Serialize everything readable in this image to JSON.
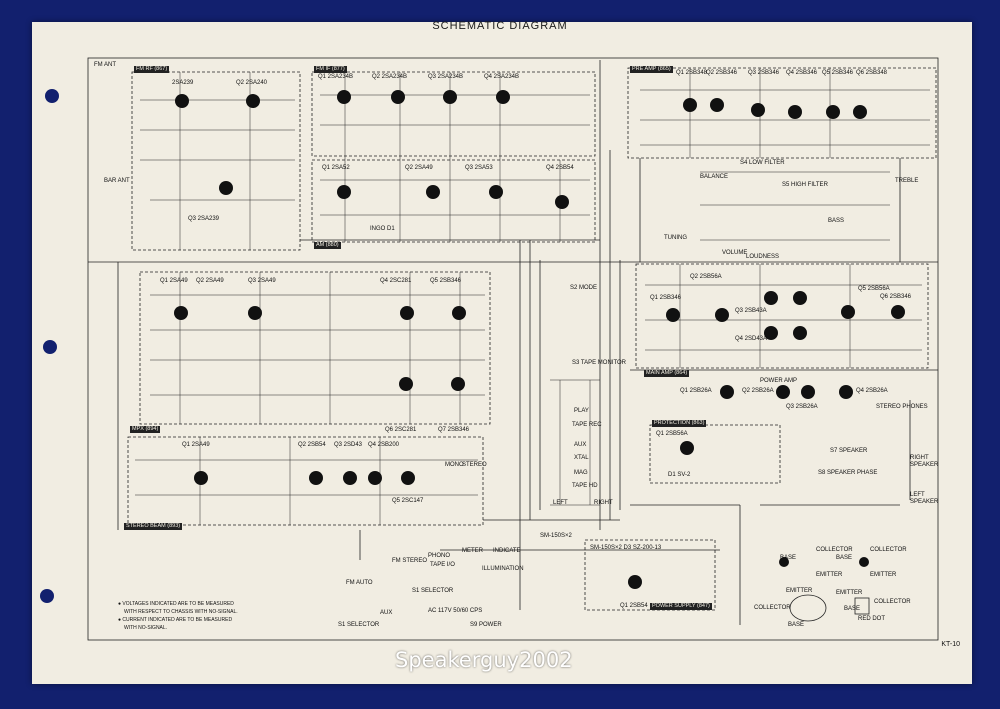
{
  "title": "SCHEMATIC DIAGRAM",
  "watermark": "Speakerguy2002",
  "model": "KT-10",
  "blocks": {
    "fm_rf": "FM RF (867)",
    "fm_if": "FM IF (877)",
    "am": "AM (880)",
    "pre_amp": "PRE AMP (865)",
    "main_amp": "MAIN AMP (864)",
    "protection": "PROTECTION (863)",
    "mpx": "MPX (894)",
    "stereo_beam": "STEREO BEAM (893)",
    "power_supply": "POWER SUPPLY (847)"
  },
  "transistors": {
    "fm_rf": [
      "2SA239",
      "Q2 2SA240",
      "Q3 2SA239"
    ],
    "fm_if": [
      "Q1 2SA234B",
      "Q2 2SA234B",
      "Q3 2SA234B",
      "Q4 2SA234B"
    ],
    "am": [
      "Q1 2SA52",
      "Q2 2SA49",
      "Q3 2SA53",
      "Q4 2SB54"
    ],
    "pre_amp": [
      "Q1 2SB348",
      "Q2 2SB346",
      "Q3 2SB346",
      "Q4 2SB346",
      "Q5 2SB346",
      "Q6 2SB348"
    ],
    "mpx_top": [
      "Q1 2SA49",
      "Q2 2SA49",
      "Q3 2SA49",
      "Q4 2SC281",
      "Q5 2SB346",
      "Q6 2SC281",
      "Q7 2SB346"
    ],
    "mpx_bottom": [
      "Q1 2SA49",
      "Q2 2SB54",
      "Q3 2SD43",
      "Q4 2SB200",
      "Q5 2SC147"
    ],
    "main_amp": [
      "Q1 2SB346",
      "Q2 2SB56A",
      "Q3 2SB43A",
      "Q4 2SD43A",
      "Q5 2SB56A",
      "Q6 2SB346"
    ],
    "main_out": [
      "Q1 2SB26A",
      "Q2 2SB26A",
      "Q3 2SB26A",
      "Q4 2SB26A"
    ],
    "protection": [
      "Q1 2SB56A",
      "D1 SV-2"
    ],
    "power": [
      "Q1 2SB54",
      "SM-150S×2",
      "SM-150S×2 D3 SZ-200-13"
    ]
  },
  "labels": {
    "fm_ant": "FM ANT",
    "bar_ant": "BAR ANT",
    "ingo_d1": "INGO D1",
    "balance": "BALANCE",
    "s4_low_filter": "S4 LOW FILTER",
    "s5_high_filter": "S5 HIGH FILTER",
    "treble": "TREBLE",
    "bass": "BASS",
    "tuning": "TUNING",
    "volume": "VOLUME",
    "loudness": "LOUDNESS",
    "mode": "S2 MODE",
    "tape_monitor": "S3 TAPE MONITOR",
    "play": "PLAY",
    "tape_rec": "TAPE REC",
    "aux": "AUX",
    "xtal": "XTAL",
    "mag": "MAG",
    "tape_hd": "TAPE HD",
    "left": "LEFT",
    "right": "RIGHT",
    "power_amp": "POWER AMP",
    "stereo_phones": "STEREO PHONES",
    "s7_speaker": "S7 SPEAKER",
    "s8_speaker_phase": "S8 SPEAKER PHASE",
    "right_speaker": "RIGHT SPEAKER",
    "left_speaker": "LEFT SPEAKER",
    "meter": "METER",
    "indicate": "INDICATE",
    "illumination": "ILLUMINATION",
    "s1_selector": "S1 SELECTOR",
    "s9_power": "S9 POWER",
    "ac_line": "AC 117V 50/60 CPS",
    "mono": "MONO",
    "stereo": "STEREO",
    "fm_auto": "FM AUTO",
    "fm_stereo": "FM STEREO",
    "phono": "PHONO",
    "tape_io": "TAPE I/O",
    "aux_sel": "AUX",
    "collector": "COLLECTOR",
    "base": "BASE",
    "emitter": "EMITTER",
    "red_dot": "RED DOT"
  },
  "notes": [
    "● VOLTAGES INDICATED ARE TO BE MEASURED",
    "WITH RESPECT TO CHASSIS WITH NO-SIGNAL.",
    "● CURRENT INDICATED ARE TO BE MEASURED",
    "WITH NO-SIGNAL."
  ]
}
